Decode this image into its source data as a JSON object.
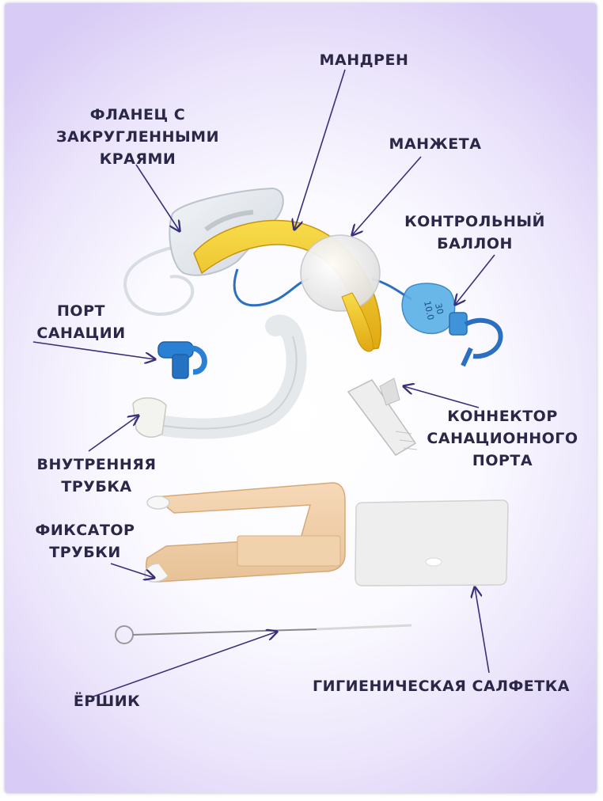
{
  "labels": {
    "mandrel": [
      "МАНДРЕН"
    ],
    "flange": [
      "ФЛАНЕЦ С",
      "ЗАКРУГЛЕННЫМИ",
      "КРАЯМИ"
    ],
    "cuff": [
      "МАНЖЕТА"
    ],
    "pilot_balloon": [
      "КОНТРОЛЬНЫЙ",
      "БАЛЛОН"
    ],
    "suction_port": [
      "ПОРТ",
      "САНАЦИИ"
    ],
    "suction_connector": [
      "КОННЕКТОР",
      "САНАЦИОННОГО",
      "ПОРТА"
    ],
    "inner_tube": [
      "ВНУТРЕННЯЯ",
      "ТРУБКА"
    ],
    "tube_holder": [
      "ФИКСАТОР",
      "ТРУБКИ"
    ],
    "brush": [
      "ЁРШИК"
    ],
    "dressing": [
      "ГИГИЕНИЧЕСКАЯ САЛФЕТКА"
    ]
  },
  "balloon_marks": [
    "10.0",
    "30"
  ],
  "colors": {
    "text": "#2b2747",
    "arrow": "#3a2f7a",
    "tube_yellow": "#f2c21a",
    "port_blue": "#2a7fd0"
  }
}
